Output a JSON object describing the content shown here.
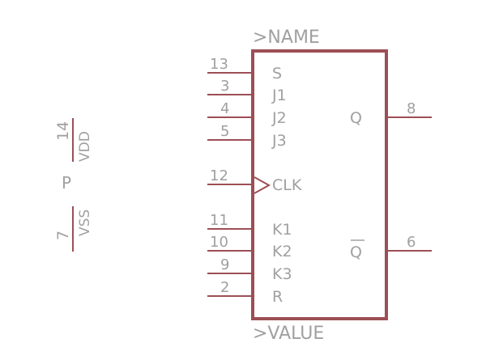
{
  "symbol": {
    "name_label": ">NAME",
    "value_label": ">VALUE",
    "left_pins": [
      {
        "num": "13",
        "label": "S"
      },
      {
        "num": "3",
        "label": "J1"
      },
      {
        "num": "4",
        "label": "J2"
      },
      {
        "num": "5",
        "label": "J3"
      },
      {
        "num": "12",
        "label": "CLK",
        "clock": true
      },
      {
        "num": "11",
        "label": "K1"
      },
      {
        "num": "10",
        "label": "K2"
      },
      {
        "num": "9",
        "label": "K3"
      },
      {
        "num": "2",
        "label": "R"
      }
    ],
    "right_pins": [
      {
        "num": "8",
        "label": "Q",
        "overbar": false
      },
      {
        "num": "6",
        "label": "Q",
        "overbar": true
      }
    ]
  },
  "power": {
    "gate_label": "P",
    "vdd": {
      "num": "14",
      "label": "VDD"
    },
    "vss": {
      "num": "7",
      "label": "VSS"
    }
  },
  "colors": {
    "line": "#9c4f55",
    "text": "#a0a0a0"
  }
}
